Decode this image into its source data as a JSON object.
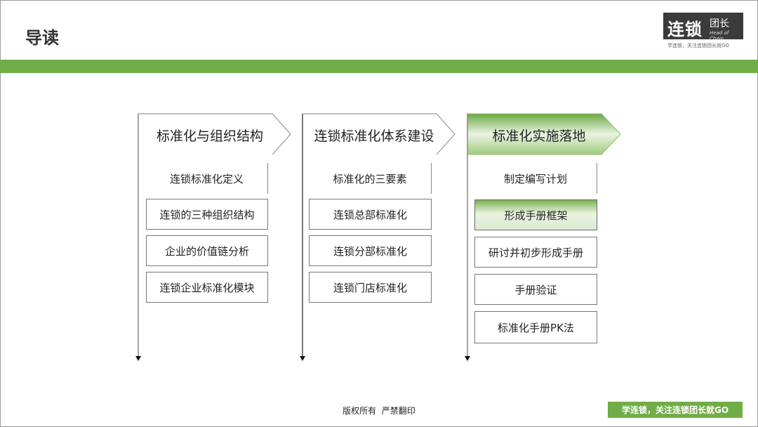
{
  "header": {
    "title": "导读"
  },
  "logo": {
    "main": "连锁",
    "sub": "团长",
    "en": "Head of Chain",
    "tagline": "学连锁，关注连锁团长就GO"
  },
  "colors": {
    "accent": "#70ad47"
  },
  "columns": [
    {
      "title": "标准化与组织结构",
      "active": false,
      "items": [
        "连锁标准化定义",
        "连锁的三种组织结构",
        "企业的价值链分析",
        "连锁企业标准化模块"
      ]
    },
    {
      "title": "连锁标准化体系建设",
      "active": false,
      "items": [
        "标准化的三要素",
        "连锁总部标准化",
        "连锁分部标准化",
        "连锁门店标准化"
      ]
    },
    {
      "title": "标准化实施落地",
      "active": true,
      "items": [
        "制定编写计划",
        "形成手册框架",
        "研讨并初步形成手册",
        "手册验证",
        "标准化手册PK法"
      ],
      "active_item": 1
    }
  ],
  "footer": {
    "copyright": "版权所有  严禁翻印",
    "slogan": "学连锁，关注连锁团长就GO"
  }
}
